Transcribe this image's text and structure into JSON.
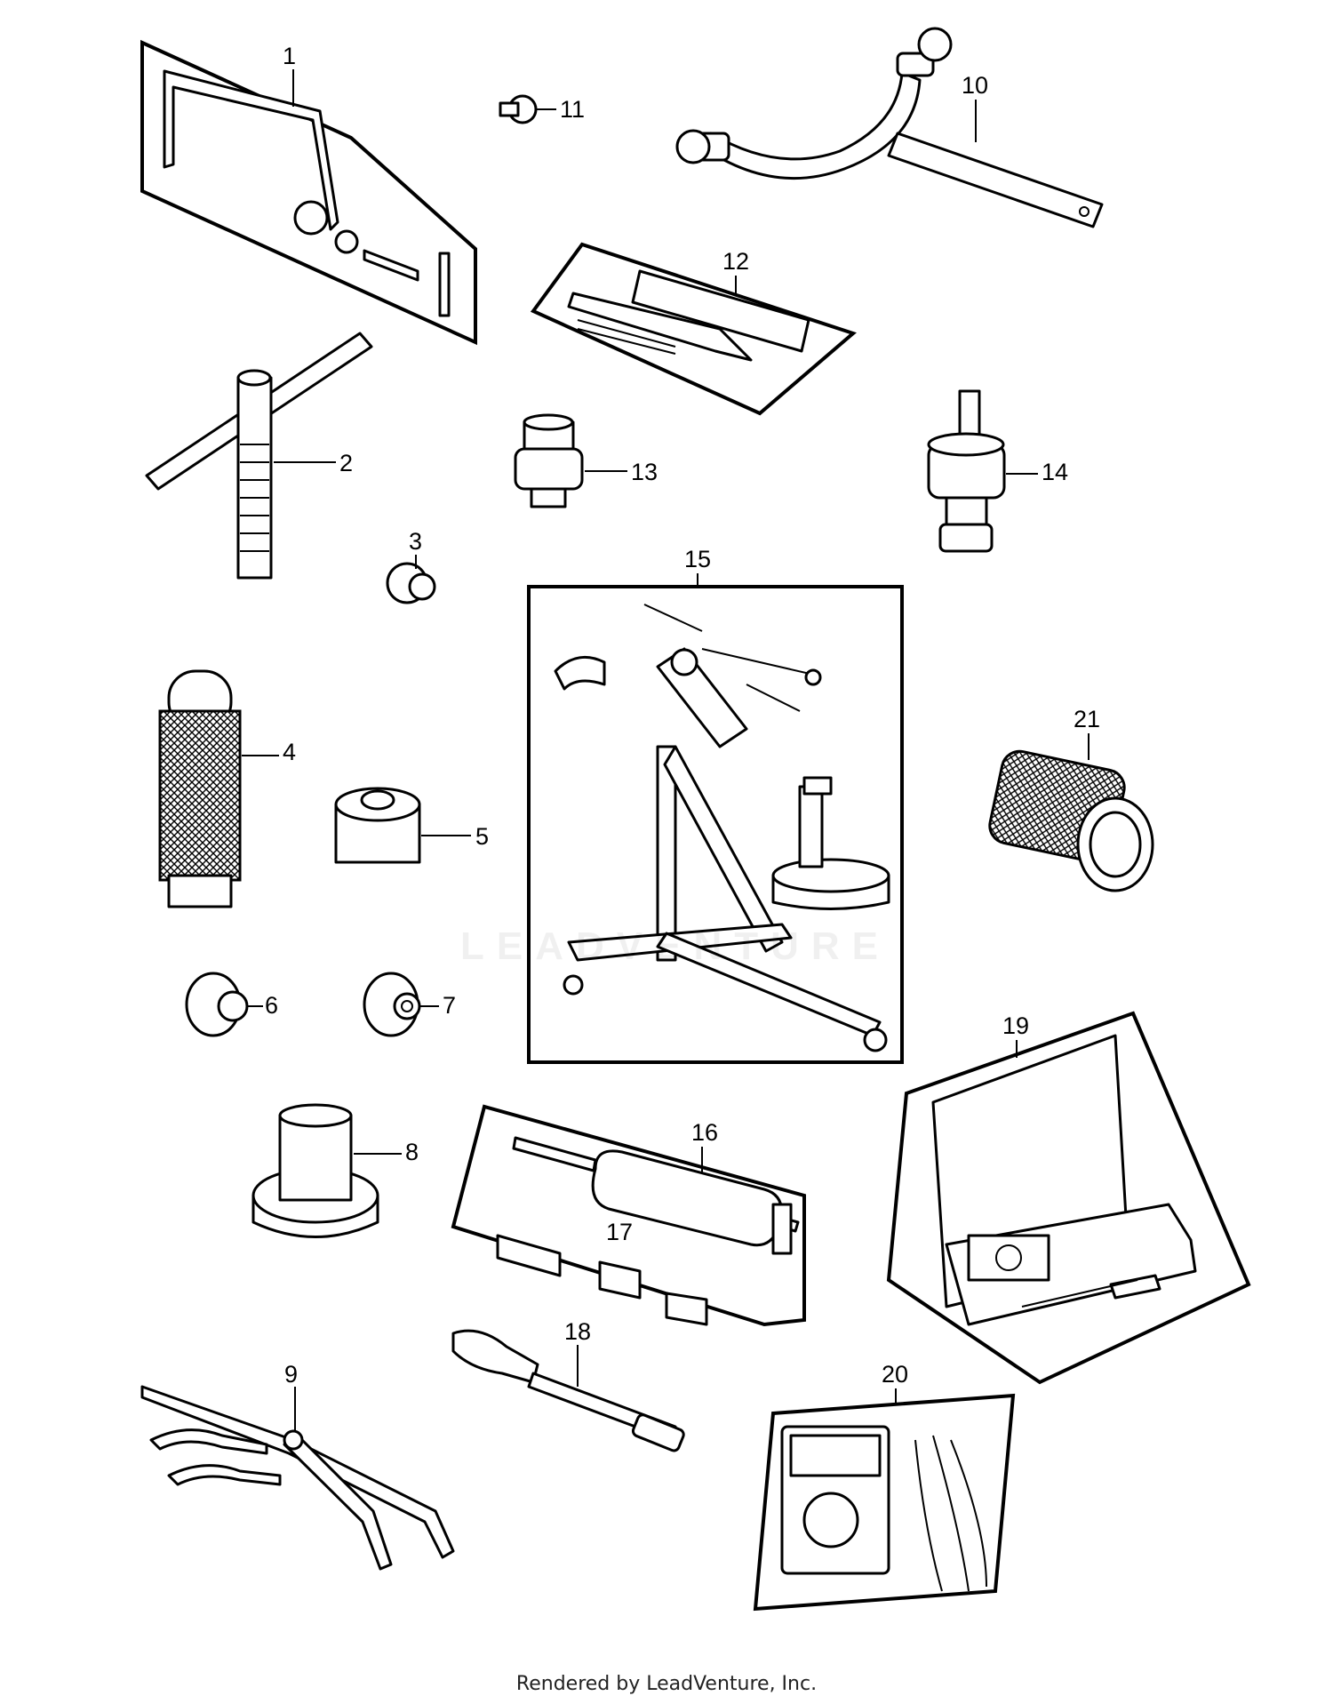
{
  "callouts": {
    "c1": "1",
    "c2": "2",
    "c3": "3",
    "c4": "4",
    "c5": "5",
    "c6": "6",
    "c7": "7",
    "c8": "8",
    "c9": "9",
    "c10": "10",
    "c11": "11",
    "c12": "12",
    "c13": "13",
    "c14": "14",
    "c15": "15",
    "c16": "16",
    "c17": "17",
    "c18": "18",
    "c19": "19",
    "c20": "20",
    "c21": "21"
  },
  "watermark": "LEADVENTURE",
  "footer": "Rendered by LeadVenture, Inc."
}
